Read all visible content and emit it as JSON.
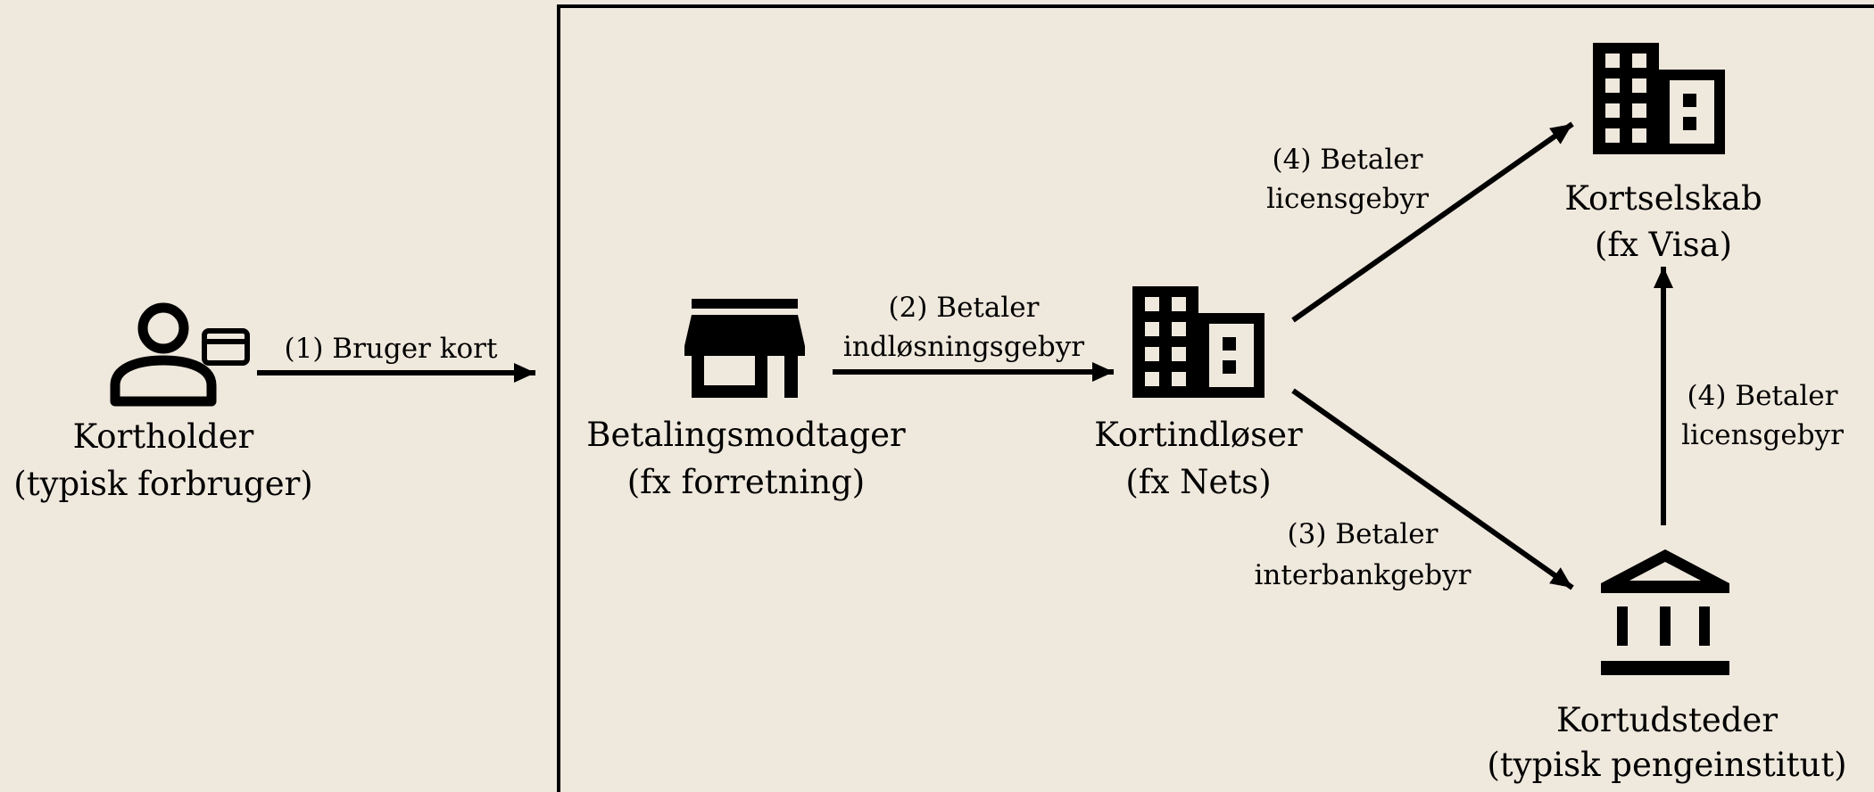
{
  "nodes": {
    "cardholder": {
      "name": "Kortholder",
      "example": "(typisk forbruger)",
      "icon": "person-with-card-icon"
    },
    "merchant": {
      "name": "Betalingsmodtager",
      "example": "(fx forretning)",
      "icon": "store-icon"
    },
    "acquirer": {
      "name": "Kortindløser",
      "example": "(fx Nets)",
      "icon": "building-icon"
    },
    "scheme": {
      "name": "Kortselskab",
      "example": "(fx Visa)",
      "icon": "building-icon"
    },
    "issuer": {
      "name": "Kortudsteder",
      "example": "(typisk pengeinstitut)",
      "icon": "bank-icon"
    }
  },
  "flows": {
    "uses_card": {
      "from": "cardholder",
      "to": "merchant",
      "line1": "(1) Bruger kort"
    },
    "acquiring_fee": {
      "from": "merchant",
      "to": "acquirer",
      "line1": "(2) Betaler",
      "line2": "indløsningsgebyr"
    },
    "license_fee_acquirer": {
      "from": "acquirer",
      "to": "scheme",
      "line1": "(4) Betaler",
      "line2": "licensgebyr"
    },
    "interbank_fee": {
      "from": "acquirer",
      "to": "issuer",
      "line1": "(3) Betaler",
      "line2": "interbankgebyr"
    },
    "license_fee_issuer": {
      "from": "issuer",
      "to": "scheme",
      "line1": "(4) Betaler",
      "line2": "licensgebyr"
    }
  },
  "colors": {
    "background": "#efe8dd",
    "ink": "#000000"
  }
}
